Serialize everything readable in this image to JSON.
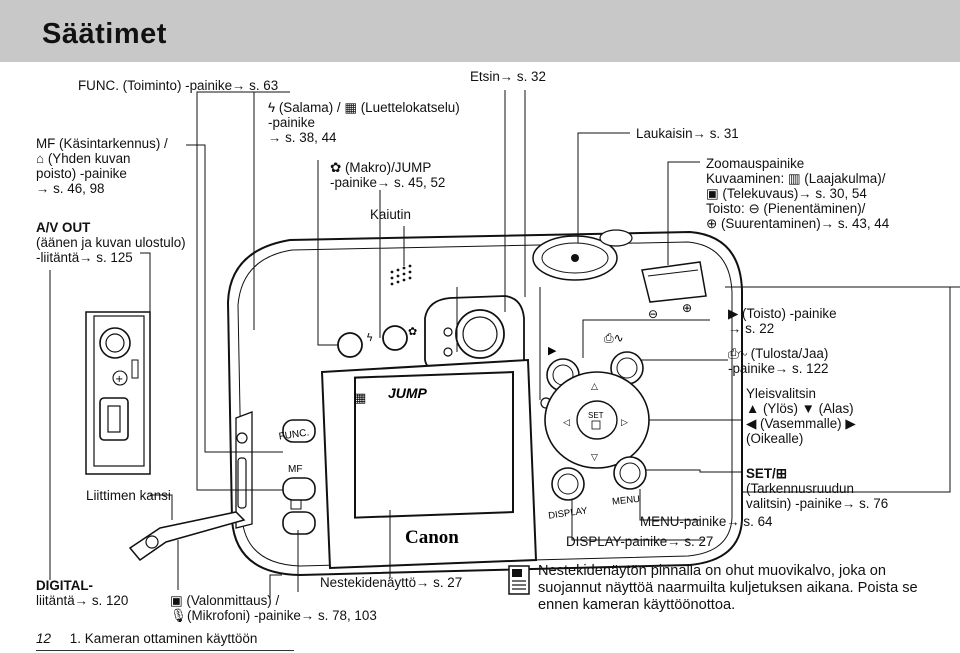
{
  "title": "Säätimet",
  "labels": {
    "func": "FUNC. (Toiminto) -painike→ s. 63",
    "mf": "MF (Käsintarkennus) /",
    "erase": "(Yhden kuvan",
    "erase2": "poisto) -painike",
    "erase3": "→ s. 46, 98",
    "av_out": "A/V OUT",
    "av_out2": "(äänen ja kuvan ulostulo)",
    "av_out3": "-liitäntä→ s. 125",
    "flash": "(Salama) /",
    "flash_b": "(Luettelokatselu)",
    "flash2": "-painike",
    "flash3": "→ s. 38, 44",
    "macro": "(Makro)/JUMP",
    "macro2": "-painike→ s. 45, 52",
    "speaker": "Kaiutin",
    "viewfinder": "Etsin→ s. 32",
    "shutter": "Laukaisin→ s. 31",
    "zoom": "Zoomauspainike",
    "zoom2": "Kuvaaminen:",
    "zoom2b": "(Laajakulma)/",
    "zoom3": "(Telekuvaus)→ s. 30, 54",
    "zoom4": "Toisto:",
    "zoom4b": "(Pienentäminen)/",
    "zoom5": "(Suurentaminen)→ s. 43, 44",
    "play": "(Toisto) -painike",
    "play2": "→ s. 22",
    "print": "(Tulosta/Jaa)",
    "print2": "-painike→ s. 122",
    "omni": "Yleisvalitsin",
    "omni2": "▲ (Ylös) ▼ (Alas)",
    "omni3": "◀ (Vasemmalle) ▶",
    "omni4": "(Oikealle)",
    "set": "SET/⊞",
    "set2": "(Tarkennusruudun",
    "set3": "valitsin) -painike→ s. 76",
    "menu": "MENU-painike→ s. 64",
    "display": "DISPLAY-painike→ s. 27",
    "terminal_cover": "Liittimen kansi",
    "digital": "DIGITAL-",
    "digital2": "liitäntä→ s. 120",
    "lcd": "Nestekidenäyttö→ s. 27",
    "metering": "(Valonmittaus) /",
    "metering2": "(Mikrofoni) -painike→ s. 78, 103"
  },
  "camera_text": {
    "jump": "JUMP",
    "brand": "Canon",
    "func_btn": "FUNC.",
    "mf_btn": "MF",
    "display_btn": "DISPLAY",
    "menu_btn": "MENU",
    "set_btn": "SET"
  },
  "note": "Nestekidenäytön pinnalla on ohut muovikalvo, joka on suojannut näyttöä naarmuilta kuljetuksen aikana. Poista se ennen kameran käyttöönottoa.",
  "footer": {
    "page": "12",
    "chapter": "1. Kameran ottaminen käyttöön"
  }
}
